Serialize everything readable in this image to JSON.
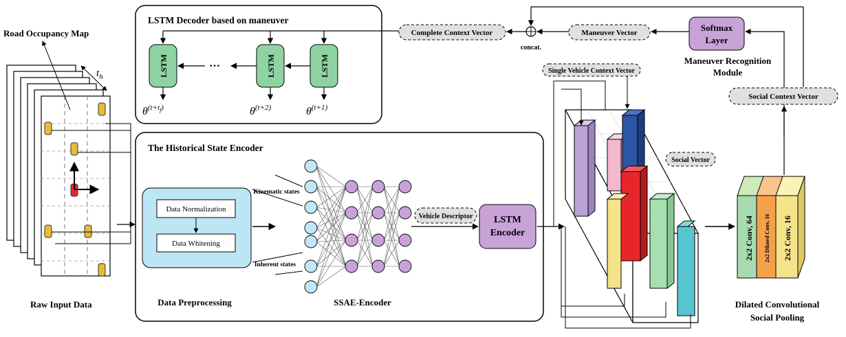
{
  "left": {
    "road_map_label": "Road Occupancy Map",
    "time_symbol": "t",
    "time_subscript": "h",
    "raw_input_label": "Raw Input Data"
  },
  "decoder": {
    "title": "LSTM Decoder based on maneuver",
    "cell_label": "LSTM",
    "ellipsis": "···",
    "theta": "θ",
    "outputs": [
      "(t+t",
      "(t+2)",
      "(t+1)"
    ],
    "output_sub": "f",
    "output_close": ")"
  },
  "top": {
    "complete_context": "Complete Context Vector",
    "concat": "concat.",
    "maneuver_vector": "Maneuver Vector",
    "softmax_line1": "Softmax",
    "softmax_line2": "Layer",
    "maneuver_module_line1": "Maneuver Recognition",
    "maneuver_module_line2": "Module"
  },
  "encoder": {
    "title": "The Historical State Encoder",
    "normalization": "Data Normalization",
    "whitening": "Data Whitening",
    "preprocessing_label": "Data Preprocessing",
    "kinematic": "Kinematic states",
    "inherent": "Inherent states",
    "ssae_label": "SSAE-Encoder",
    "vehicle_descriptor": "Vehicle Descriptor",
    "lstm_encoder_line1": "LSTM",
    "lstm_encoder_line2": "Encoder"
  },
  "right": {
    "single_vehicle": "Single Vehicle Context Vector",
    "social_vector": "Social Vector",
    "social_context": "Social Context Vector",
    "conv1": "2x2 Conv, 64",
    "conv2": "2x2 Dilated Conv, 16",
    "conv3": "2x2 Conv, 16",
    "pooling_line1": "Dilated Convolutional",
    "pooling_line2": "Social Pooling"
  },
  "colors": {
    "lstm_green": "#8fd3a3",
    "purple": "#c9a2d8",
    "light_blue": "#bde6f5",
    "node_blue": "#bfe7f7",
    "gray_pill": "#e0e0e0",
    "red": "#e8262a",
    "dark_blue": "#2d55a5",
    "pink": "#f4b9cf",
    "yellow": "#f5e38a",
    "mint": "#a8dfb0",
    "cyan": "#58c6cf",
    "orange": "#f5a14a",
    "lavender": "#b9a3d6"
  }
}
